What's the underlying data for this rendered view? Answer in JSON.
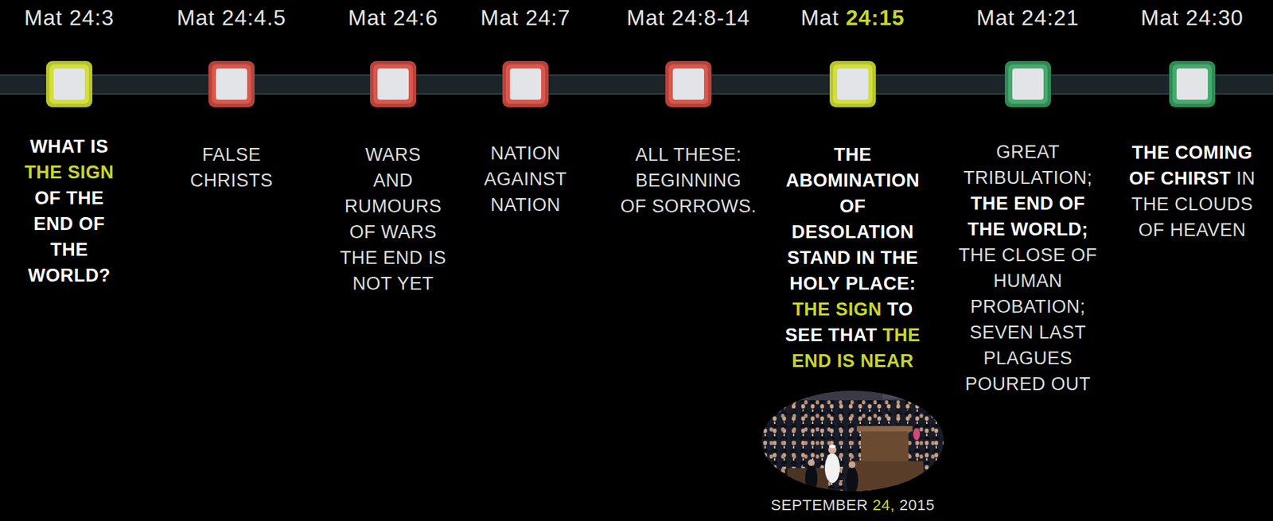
{
  "diagram": {
    "labels": [
      "Mat 24:3",
      "WHAT IS THE SIGN OF THE END OF THE WORLD?",
      "Mat 24:4.5",
      "FALSE CHRISTS",
      "Mat 24:6",
      "WARS AND RUMOURS OF WARS THE END IS NOT YET",
      "Mat 24:7",
      "NATION AGAINST NATION",
      "Mat 24:8-14",
      "ALL THESE: BEGINNING OF SORROWS.",
      "Mat 24:15",
      "THE ABOMINATION OF DESOLATION STAND IN THE HOLY PLACE: THE SIGN TO SEE THAT THE END IS NEAR",
      "SEPTEMBER 24, 2015",
      "Mat 24:21",
      "GREAT TRIBULATION; THE END OF THE WORLD; THE CLOSE OF HUMAN PROBATION; SEVEN LAST PLAGUES POURED OUT",
      "Mat 24:30",
      "THE COMING OF CHIRST IN THE CLOUDS OF HEAVEN"
    ]
  }
}
